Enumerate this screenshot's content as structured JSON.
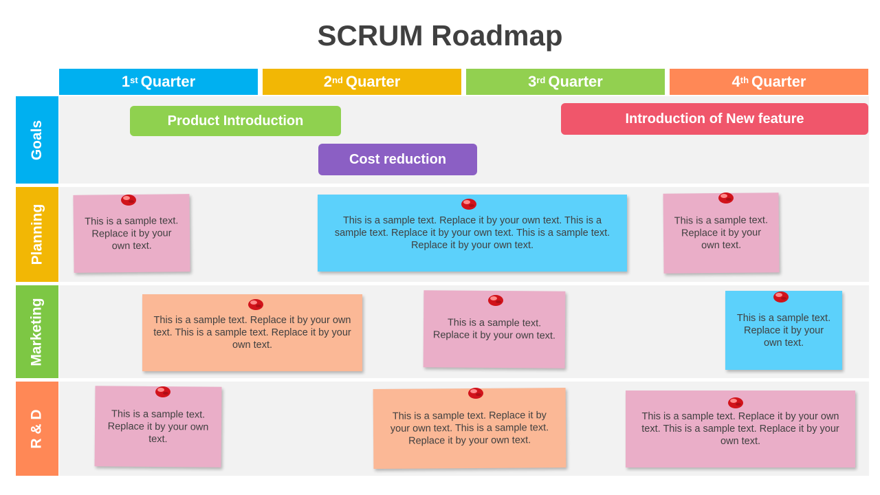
{
  "title": "SCRUM Roadmap",
  "quarters": [
    {
      "num": "1",
      "sup": "st",
      "label": "Quarter",
      "color": "#00b0f0"
    },
    {
      "num": "2",
      "sup": "nd",
      "label": "Quarter",
      "color": "#f2b705"
    },
    {
      "num": "3",
      "sup": "rd",
      "label": "Quarter",
      "color": "#92d050"
    },
    {
      "num": "4",
      "sup": "th",
      "label": "Quarter",
      "color": "#ff8856"
    }
  ],
  "rows": [
    {
      "label": "Goals",
      "color": "#00b0f0"
    },
    {
      "label": "Planning",
      "color": "#f2b705"
    },
    {
      "label": "Marketing",
      "color": "#7dc744"
    },
    {
      "label": "R & D",
      "color": "#ff8856"
    }
  ],
  "goals": {
    "product_intro": {
      "label": "Product Introduction",
      "color": "#8fd14f"
    },
    "new_feature": {
      "label": "Introduction of New feature",
      "color": "#f0566b"
    },
    "cost_reduction": {
      "label": "Cost reduction",
      "color": "#8b5fc4"
    }
  },
  "notes": {
    "planning_1": "This is a sample text. Replace it by your own text.",
    "planning_2": "This is a sample text.  Replace it by your own text. This is a sample text. Replace it by your own text. This is a sample text. Replace it by your own text.",
    "planning_3": "This is a sample text. Replace it by your own text.",
    "marketing_1": "This is a sample text.  Replace it by your own text.  This is a sample text. Replace it by your own text.",
    "marketing_2": "This is a sample text. Replace it by your own text.",
    "marketing_3": "This is a sample text. Replace it by your own text.",
    "rd_1": "This is a sample text. Replace it by your own text.",
    "rd_2": "This is a sample text. Replace it by your own text. This is a sample text. Replace it by your own text.",
    "rd_3": "This is a sample text. Replace it by your own text. This is a sample text. Replace it by your own text."
  }
}
